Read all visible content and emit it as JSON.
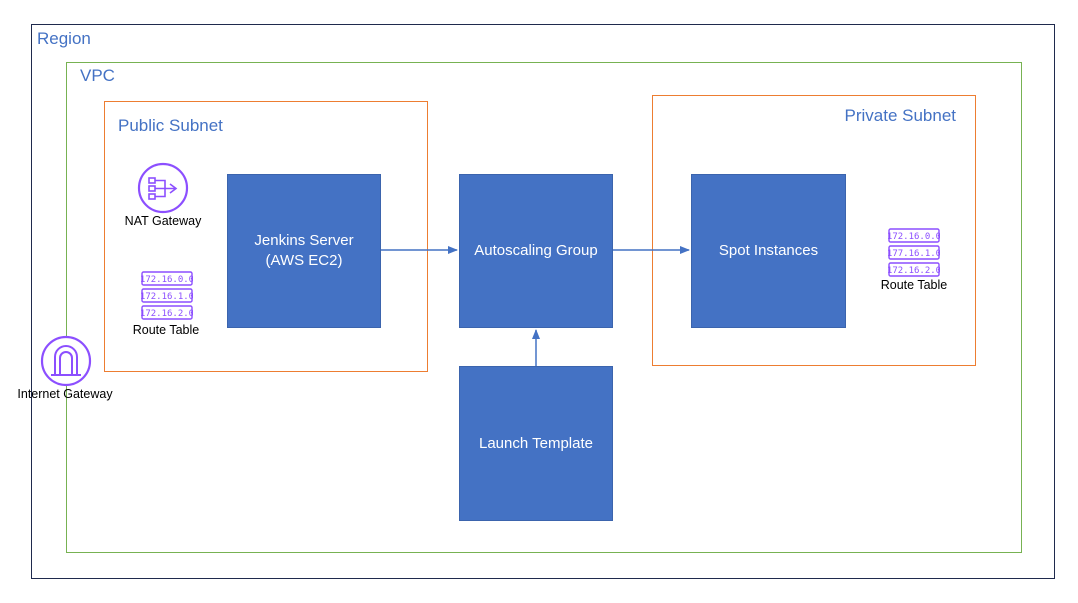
{
  "frames": {
    "region": "Region",
    "vpc": "VPC",
    "public_subnet": "Public Subnet",
    "private_subnet": "Private Subnet"
  },
  "components": {
    "jenkins_line1": "Jenkins Server",
    "jenkins_line2": "(AWS EC2)",
    "autoscaling_group": "Autoscaling Group",
    "spot_instances": "Spot Instances",
    "launch_template": "Launch Template"
  },
  "icons": {
    "nat_gateway": "NAT Gateway",
    "internet_gateway": "Internet Gateway",
    "public_route_table": {
      "label": "Route Table",
      "entries": [
        "172.16.0.0",
        "172.16.1.0",
        "172.16.2.0"
      ]
    },
    "private_route_table": {
      "label": "Route Table",
      "entries": [
        "172.16.0.0",
        "177.16.1.0",
        "172.16.2.0"
      ]
    }
  },
  "colors": {
    "box_fill": "#4472c4",
    "label_blue": "#4472c4",
    "region_border": "#1f2a4d",
    "vpc_border": "#77b252",
    "subnet_border": "#ed7d31",
    "icon_purple": "#8c4fff"
  }
}
